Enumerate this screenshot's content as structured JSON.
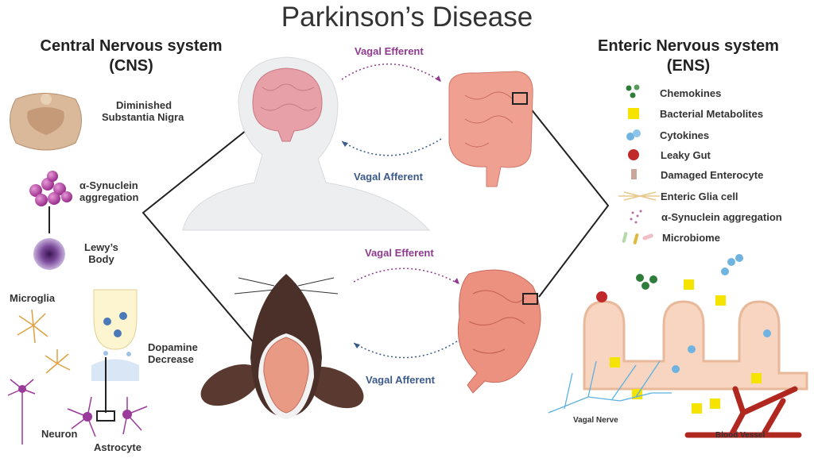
{
  "title": "Parkinson’s Disease",
  "cns": {
    "heading_line1": "Central Nervous system",
    "heading_line2": "(CNS)",
    "labels": {
      "substantia_line1": "Diminished",
      "substantia_line2": "Substantia Nigra",
      "synuclein_line1": "α-Synuclein",
      "synuclein_line2": "aggregation",
      "lewy_line1": "Lewy’s",
      "lewy_line2": "Body",
      "microglia": "Microglia",
      "dopamine_line1": "Dopamine",
      "dopamine_line2": "Decrease",
      "neuron": "Neuron",
      "astrocyte": "Astrocyte"
    }
  },
  "axis": {
    "top_efferent": "Vagal Efferent",
    "top_afferent": "Vagal Afferent",
    "bottom_efferent": "Vagal Efferent",
    "bottom_afferent": "Vagal Afferent"
  },
  "ens": {
    "heading_line1": "Enteric Nervous system",
    "heading_line2": "(ENS)",
    "legend": [
      {
        "label": "Chemokines",
        "icon": "chemokine-dots",
        "color": "#2e7d3a"
      },
      {
        "label": "Bacterial Metabolites",
        "icon": "yellow-square",
        "color": "#f5e400"
      },
      {
        "label": "Cytokines",
        "icon": "blue-spheres",
        "color": "#6fb3e0"
      },
      {
        "label": "Leaky Gut",
        "icon": "red-circle",
        "color": "#c0282a"
      },
      {
        "label": "Damaged Enterocyte",
        "icon": "enterocyte",
        "color": "#c9a79a"
      },
      {
        "label": "Enteric Glia cell",
        "icon": "glia-cell",
        "color": "#e8c98a"
      },
      {
        "label": "α-Synuclein aggregation",
        "icon": "synuclein-dots",
        "color": "#b86aa8"
      },
      {
        "label": "Microbiome",
        "icon": "bacteria",
        "color": "#e0b840"
      }
    ],
    "vagal_nerve": "Vagal Nerve",
    "blood_vessel": "Blood  Vessel"
  }
}
